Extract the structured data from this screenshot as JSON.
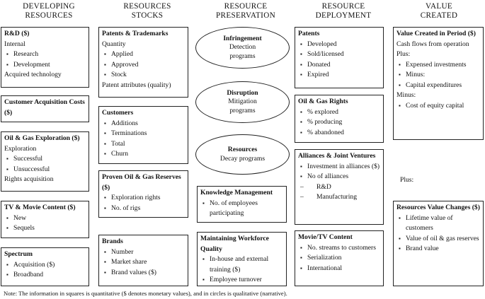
{
  "headers": {
    "developing": [
      "DEVELOPING",
      "RESOURCES"
    ],
    "stocks": [
      "RESOURCES",
      "STOCKS"
    ],
    "preservation": [
      "RESOURCE",
      "PRESERVATION"
    ],
    "deployment": [
      "RESOURCE",
      "DEPLOYMENT"
    ],
    "value": [
      "VALUE",
      "CREATED"
    ]
  },
  "developing": {
    "rd": {
      "title": "R&D ($)",
      "internal": "Internal",
      "research": "Research",
      "development": "Development",
      "acquired": "Acquired technology"
    },
    "cac": {
      "title": "Customer Acquisition Costs ($)"
    },
    "oilgas": {
      "title": "Oil & Gas Exploration ($)",
      "exploration": "Exploration",
      "successful": "Successful",
      "unsuccessful": "Unsuccessful",
      "rights": "Rights acquisition"
    },
    "tv": {
      "title": "TV & Movie Content ($)",
      "new": "New",
      "sequels": "Sequels"
    },
    "spectrum": {
      "title": "Spectrum",
      "acquisition": "Acquisition ($)",
      "broadband": "Broadband"
    }
  },
  "stocks": {
    "patents": {
      "title": "Patents & Trademarks",
      "quantity": "Quantity",
      "applied": "Applied",
      "approved": "Approved",
      "stock": "Stock",
      "attributes": "Patent attributes (quality)"
    },
    "customers": {
      "title": "Customers",
      "additions": "Additions",
      "terminations": "Terminations",
      "total": "Total",
      "churn": "Churn"
    },
    "reserves": {
      "title": "Proven Oil & Gas Reserves ($)",
      "exploration": "Exploration rights",
      "rigs": "No. of rigs"
    },
    "brands": {
      "title": "Brands",
      "number": "Number",
      "market": "Market share",
      "values": "Brand values ($)"
    }
  },
  "preservation": {
    "infringement": {
      "title": "Infringement",
      "l1": "Detection",
      "l2": "programs"
    },
    "disruption": {
      "title": "Disruption",
      "l1": "Mitigation",
      "l2": "programs"
    },
    "resources": {
      "title": "Resources",
      "l1": "Decay programs"
    },
    "knowledge": {
      "title": "Knowledge Management",
      "employees": "No. of employees participating"
    },
    "workforce": {
      "title": "Maintaining Workforce Quality",
      "training": "In-house and external training ($)",
      "turnover": "Employee turnover"
    }
  },
  "deployment": {
    "patents": {
      "title": "Patents",
      "developed": "Developed",
      "sold": "Sold/licensed",
      "donated": "Donated",
      "expired": "Expired"
    },
    "rights": {
      "title": "Oil & Gas Rights",
      "explored": "% explored",
      "producing": "% producing",
      "abandoned": "% abandoned"
    },
    "alliances": {
      "title": "Alliances & Joint Ventures",
      "investment": "Investment in alliances ($)",
      "number": "No of alliances",
      "rd": "R&D",
      "manufacturing": "Manufacturing"
    },
    "movie": {
      "title": "Movie/TV Content",
      "streams": "No. streams to customers",
      "serialization": "Serialization",
      "international": "International"
    }
  },
  "value": {
    "period": {
      "title": "Value Created in Period ($)",
      "cash": "Cash flows from operation",
      "plus": "Plus:",
      "expensed": "Expensed investments",
      "minus_b": "Minus:",
      "capex": "Capital expenditures",
      "minus": "Minus:",
      "equity": "Cost of equity capital"
    },
    "plus_between": "Plus:",
    "changes": {
      "title": "Resources Value Changes ($)",
      "lifetime": "Lifetime value of customers",
      "oilgas": "Value of oil & gas reserves",
      "brand": "Brand value"
    }
  },
  "note": "Note: The information in squares is quantitative ($ denotes monetary values), and in circles is qualitative (narrative)."
}
